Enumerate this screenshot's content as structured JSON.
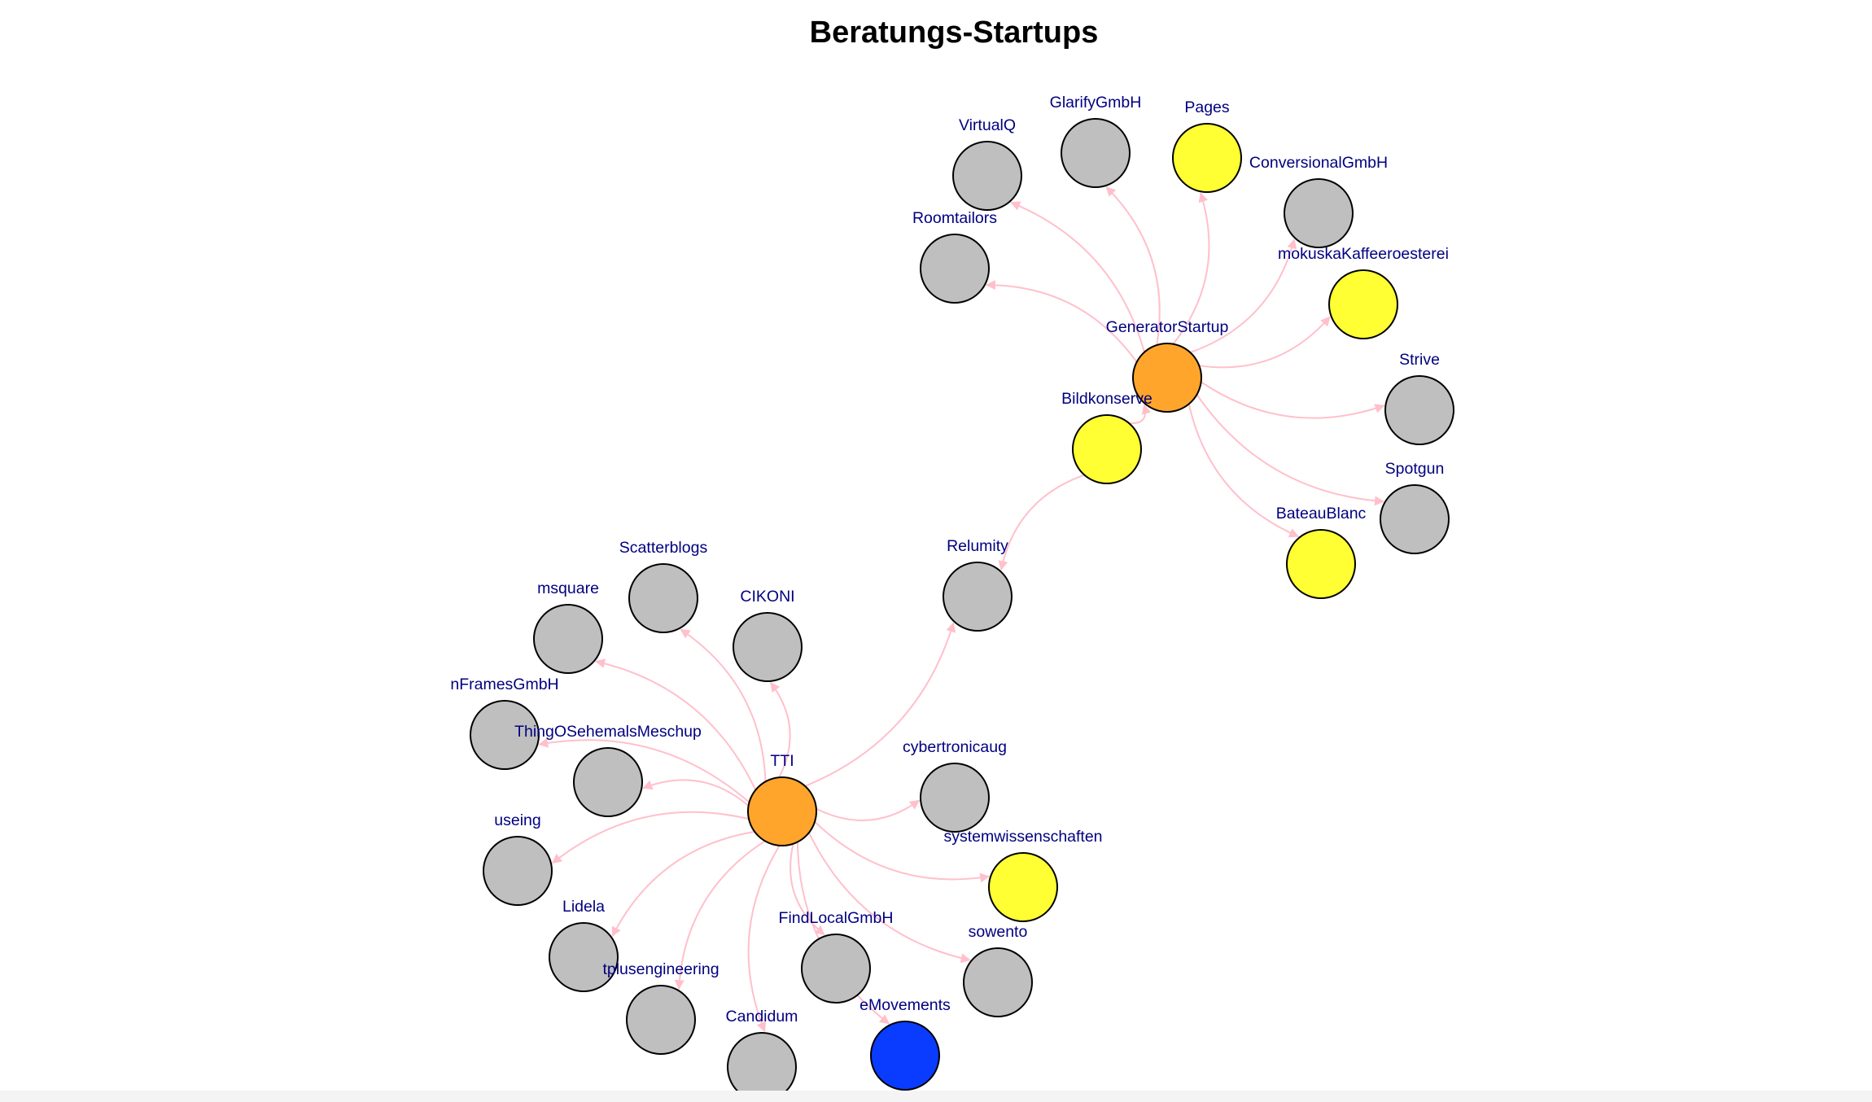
{
  "title": "Beratungs-Startups",
  "colors": {
    "gray": "#bfbfbf",
    "yellow": "#ffff33",
    "orange": "#ffa52c",
    "blue": "#0a3cff",
    "edge": "#ffc0cb",
    "label": "#000080"
  },
  "nodes": [
    {
      "id": "GeneratorStartup",
      "label": "GeneratorStartup",
      "color": "orange"
    },
    {
      "id": "VirtualQ",
      "label": "VirtualQ",
      "color": "gray"
    },
    {
      "id": "GlarifyGmbH",
      "label": "GlarifyGmbH",
      "color": "gray"
    },
    {
      "id": "Pages",
      "label": "Pages",
      "color": "yellow"
    },
    {
      "id": "ConversionalGmbH",
      "label": "ConversionalGmbH",
      "color": "gray"
    },
    {
      "id": "Roomtailors",
      "label": "Roomtailors",
      "color": "gray"
    },
    {
      "id": "mokuskaKaffeeroesterei",
      "label": "mokuskaKaffeeroesterei",
      "color": "yellow"
    },
    {
      "id": "Strive",
      "label": "Strive",
      "color": "gray"
    },
    {
      "id": "Bildkonserve",
      "label": "Bildkonserve",
      "color": "yellow"
    },
    {
      "id": "Spotgun",
      "label": "Spotgun",
      "color": "gray"
    },
    {
      "id": "BateauBlanc",
      "label": "BateauBlanc",
      "color": "yellow"
    },
    {
      "id": "Relumity",
      "label": "Relumity",
      "color": "gray"
    },
    {
      "id": "TTI",
      "label": "TTI",
      "color": "orange"
    },
    {
      "id": "Scatterblogs",
      "label": "Scatterblogs",
      "color": "gray"
    },
    {
      "id": "msquare",
      "label": "msquare",
      "color": "gray"
    },
    {
      "id": "CIKONI",
      "label": "CIKONI",
      "color": "gray"
    },
    {
      "id": "nFramesGmbH",
      "label": "nFramesGmbH",
      "color": "gray"
    },
    {
      "id": "ThingOSehemalsMeschup",
      "label": "ThingOSehemalsMeschup",
      "color": "gray"
    },
    {
      "id": "cybertronicaug",
      "label": "cybertronicaug",
      "color": "gray"
    },
    {
      "id": "useing",
      "label": "useing",
      "color": "gray"
    },
    {
      "id": "systemwissenschaften",
      "label": "systemwissenschaften",
      "color": "yellow"
    },
    {
      "id": "Lidela",
      "label": "Lidela",
      "color": "gray"
    },
    {
      "id": "FindLocalGmbH",
      "label": "FindLocalGmbH",
      "color": "gray"
    },
    {
      "id": "sowento",
      "label": "sowento",
      "color": "gray"
    },
    {
      "id": "tplusengineering",
      "label": "tplusengineering",
      "color": "gray"
    },
    {
      "id": "eMovements",
      "label": "eMovements",
      "color": "blue"
    },
    {
      "id": "Candidum",
      "label": "Candidum",
      "color": "gray"
    }
  ],
  "edges": [
    {
      "from": "GeneratorStartup",
      "to": "VirtualQ"
    },
    {
      "from": "GeneratorStartup",
      "to": "GlarifyGmbH"
    },
    {
      "from": "GeneratorStartup",
      "to": "Pages"
    },
    {
      "from": "GeneratorStartup",
      "to": "ConversionalGmbH"
    },
    {
      "from": "GeneratorStartup",
      "to": "Roomtailors"
    },
    {
      "from": "GeneratorStartup",
      "to": "mokuskaKaffeeroesterei"
    },
    {
      "from": "GeneratorStartup",
      "to": "Strive"
    },
    {
      "from": "GeneratorStartup",
      "to": "Spotgun"
    },
    {
      "from": "GeneratorStartup",
      "to": "BateauBlanc"
    },
    {
      "from": "Bildkonserve",
      "to": "GeneratorStartup"
    },
    {
      "from": "Bildkonserve",
      "to": "Relumity"
    },
    {
      "from": "TTI",
      "to": "Relumity"
    },
    {
      "from": "TTI",
      "to": "Scatterblogs"
    },
    {
      "from": "TTI",
      "to": "msquare"
    },
    {
      "from": "TTI",
      "to": "CIKONI"
    },
    {
      "from": "TTI",
      "to": "nFramesGmbH"
    },
    {
      "from": "TTI",
      "to": "ThingOSehemalsMeschup"
    },
    {
      "from": "TTI",
      "to": "cybertronicaug"
    },
    {
      "from": "TTI",
      "to": "useing"
    },
    {
      "from": "TTI",
      "to": "systemwissenschaften"
    },
    {
      "from": "TTI",
      "to": "Lidela"
    },
    {
      "from": "TTI",
      "to": "FindLocalGmbH"
    },
    {
      "from": "TTI",
      "to": "sowento"
    },
    {
      "from": "TTI",
      "to": "tplusengineering"
    },
    {
      "from": "TTI",
      "to": "eMovements"
    },
    {
      "from": "TTI",
      "to": "Candidum"
    }
  ]
}
